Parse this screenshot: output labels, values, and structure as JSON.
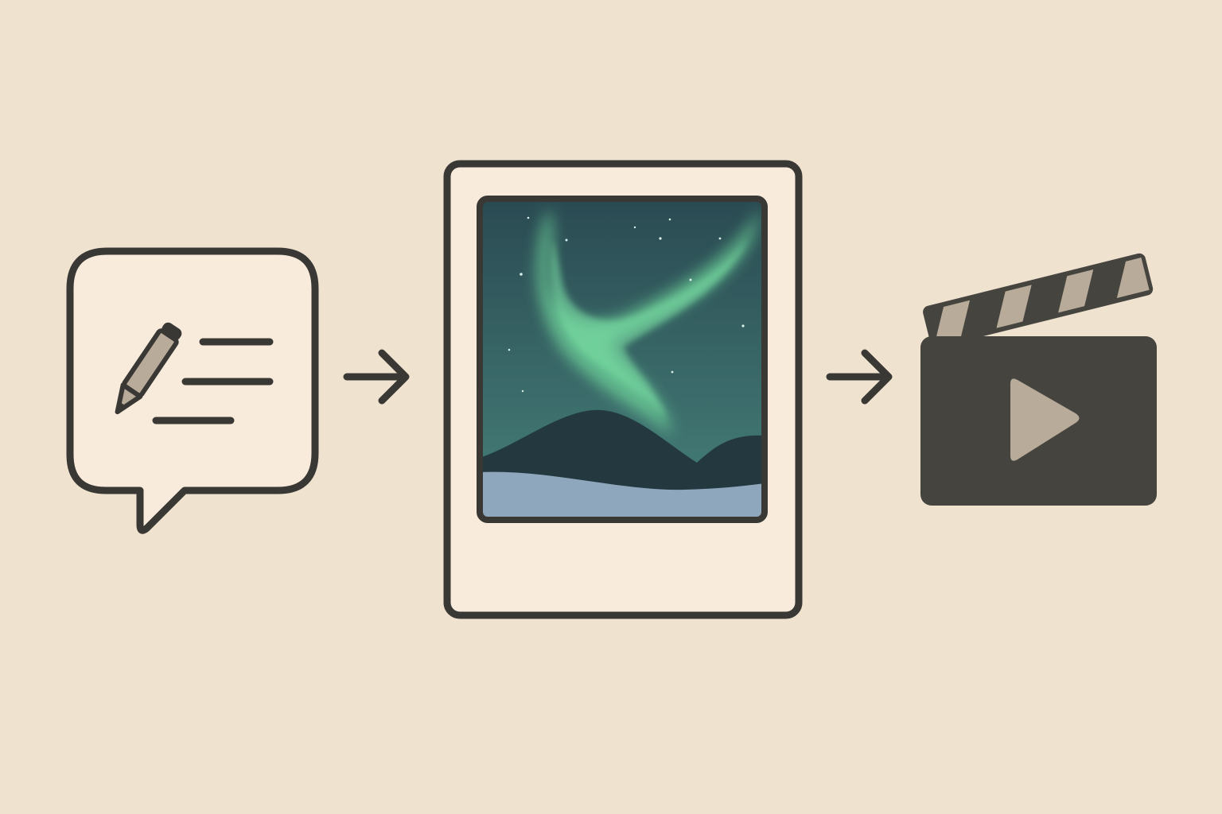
{
  "diagram": {
    "flow": [
      "text-prompt",
      "image",
      "video"
    ],
    "colors": {
      "background": "#efe2cf",
      "card_fill": "#f9ebdb",
      "outline": "#3a3834",
      "muted_icon": "#b9ab9a",
      "sky_top": "#2a4a52",
      "sky_bottom": "#46817a",
      "aurora": "#6fd79b",
      "mountains": "#23393f",
      "snow": "#8fa7bd",
      "clapper_body": "#46443f"
    },
    "nodes": [
      {
        "id": "text-prompt",
        "icon": "speech-bubble-with-pencil-and-text-lines"
      },
      {
        "id": "image",
        "icon": "photo-frame-with-aurora-landscape"
      },
      {
        "id": "video",
        "icon": "clapperboard-with-play-button"
      }
    ],
    "edges": [
      {
        "from": "text-prompt",
        "to": "image",
        "icon": "arrow-right"
      },
      {
        "from": "image",
        "to": "video",
        "icon": "arrow-right"
      }
    ]
  }
}
